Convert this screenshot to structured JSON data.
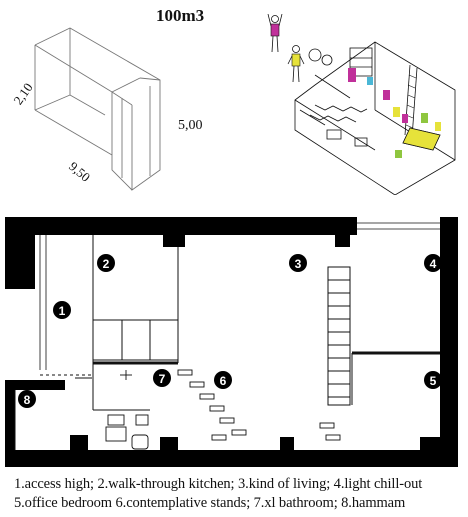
{
  "title": "100m3",
  "dimensions": {
    "height_label": "2,10",
    "full_height_label": "5,00",
    "length_label": "9,50"
  },
  "markers": [
    "1",
    "2",
    "3",
    "4",
    "5",
    "6",
    "7",
    "8"
  ],
  "legend": {
    "line1": "1.access high; 2.walk-through kitchen; 3.kind of living; 4.light chill-out",
    "line2": "5.office bedroom 6.contemplative stands; 7.xl bathroom; 8.hammam"
  },
  "colors": {
    "ink": "#111111",
    "wall": "#000000",
    "magenta": "#c0309a",
    "yellow": "#e6e23a",
    "green": "#8fc63f",
    "cyan": "#4ab7d6"
  }
}
